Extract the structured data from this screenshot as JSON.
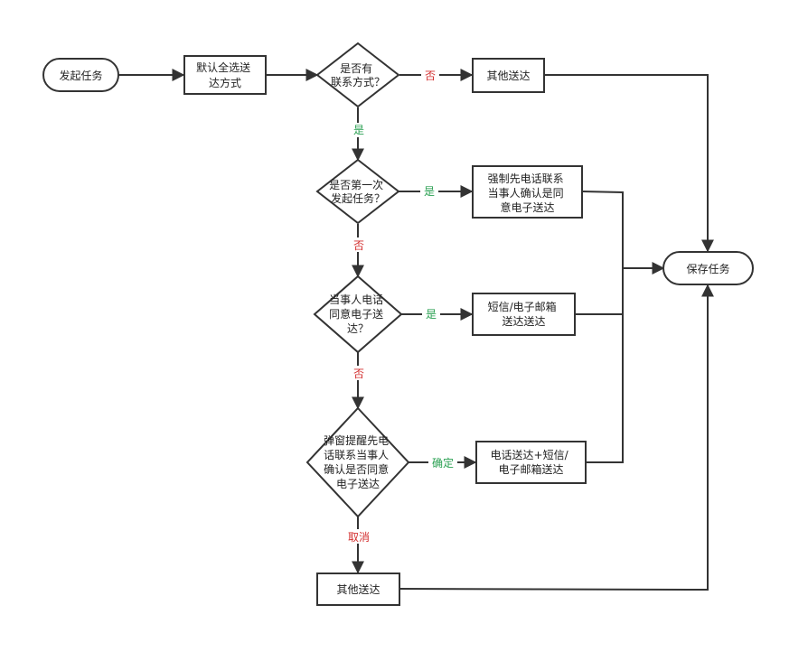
{
  "nodes": {
    "start": "发起任务",
    "default_all": [
      "默认全选送",
      "达方式"
    ],
    "has_contact": [
      "是否有",
      "联系方式？"
    ],
    "other_delivery_1": "其他送达",
    "first_time": [
      "是否第一次",
      "发起任务？"
    ],
    "force_call": [
      "强制先电话联系",
      "当事人确认是同",
      "意电子送达"
    ],
    "save_task": "保存任务",
    "party_agrees": [
      "当事人电话",
      "同意电子送",
      "达？"
    ],
    "sms_email": [
      "短信/电子邮箱",
      "送达送达"
    ],
    "popup_remind": [
      "弹窗提醒先电",
      "话联系当事人",
      "确认是否同意",
      "电子送达"
    ],
    "phone_sms_email": [
      "电话送达+短信/",
      "电子邮箱送达"
    ],
    "other_delivery_2": "其他送达"
  },
  "edge_labels": {
    "no_1": "否",
    "yes_1": "是",
    "yes_2": "是",
    "no_2": "否",
    "yes_3": "是",
    "no_3": "否",
    "confirm": "确定",
    "cancel": "取消"
  },
  "colors": {
    "yes": "#2aa052",
    "no": "#d32f2f",
    "line": "#333333"
  }
}
